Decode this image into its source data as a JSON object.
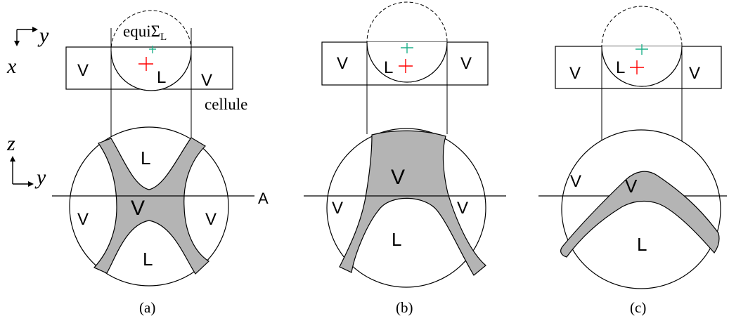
{
  "axes_top": {
    "horizontal": "y",
    "vertical": "x"
  },
  "axes_bottom": {
    "horizontal": "y",
    "vertical": "z"
  },
  "labels": {
    "equi_prefix": "equi",
    "sigma": "Σ",
    "sigma_sub": "L",
    "cellule": "cellule",
    "axis_line": "A"
  },
  "phase_labels": {
    "vapor": "V",
    "liquid": "L"
  },
  "panels": [
    {
      "id": "a",
      "caption": "(a)"
    },
    {
      "id": "b",
      "caption": "(b)"
    },
    {
      "id": "c",
      "caption": "(c)"
    }
  ],
  "colors": {
    "vapor_fill": "#b4b4b4",
    "outline": "#000000",
    "center_marker": "#ff0000",
    "equi_marker": "#20b08a"
  }
}
